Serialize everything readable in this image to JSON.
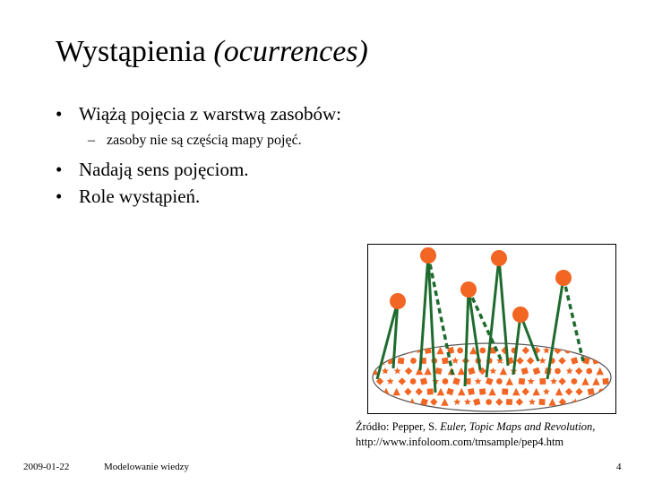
{
  "slide": {
    "title_main": "Wystąpienia",
    "title_italic": "(ocurrences)",
    "bullet_marker": "•",
    "dash_marker": "–",
    "bullets": [
      {
        "text": "Wiążą pojęcia z warstwą zasobów:",
        "sub": "zasoby nie są częścią mapy pojęć."
      },
      {
        "text": "Nadają sens pojęciom."
      },
      {
        "text": "Role wystąpień."
      }
    ],
    "figure": {
      "colors": {
        "topic": "#F26522",
        "resource": "#F26522",
        "link": "#1E6B2E",
        "layer_outline": "#555555"
      }
    },
    "caption": {
      "prefix": "Źródło: Pepper, S.",
      "title": "Euler, Topic Maps and Revolution,",
      "url": "http://www.infoloom.com/tmsample/pep4.htm"
    }
  },
  "footer": {
    "date": "2009-01-22",
    "course": "Modelowanie wiedzy",
    "page": "4"
  }
}
